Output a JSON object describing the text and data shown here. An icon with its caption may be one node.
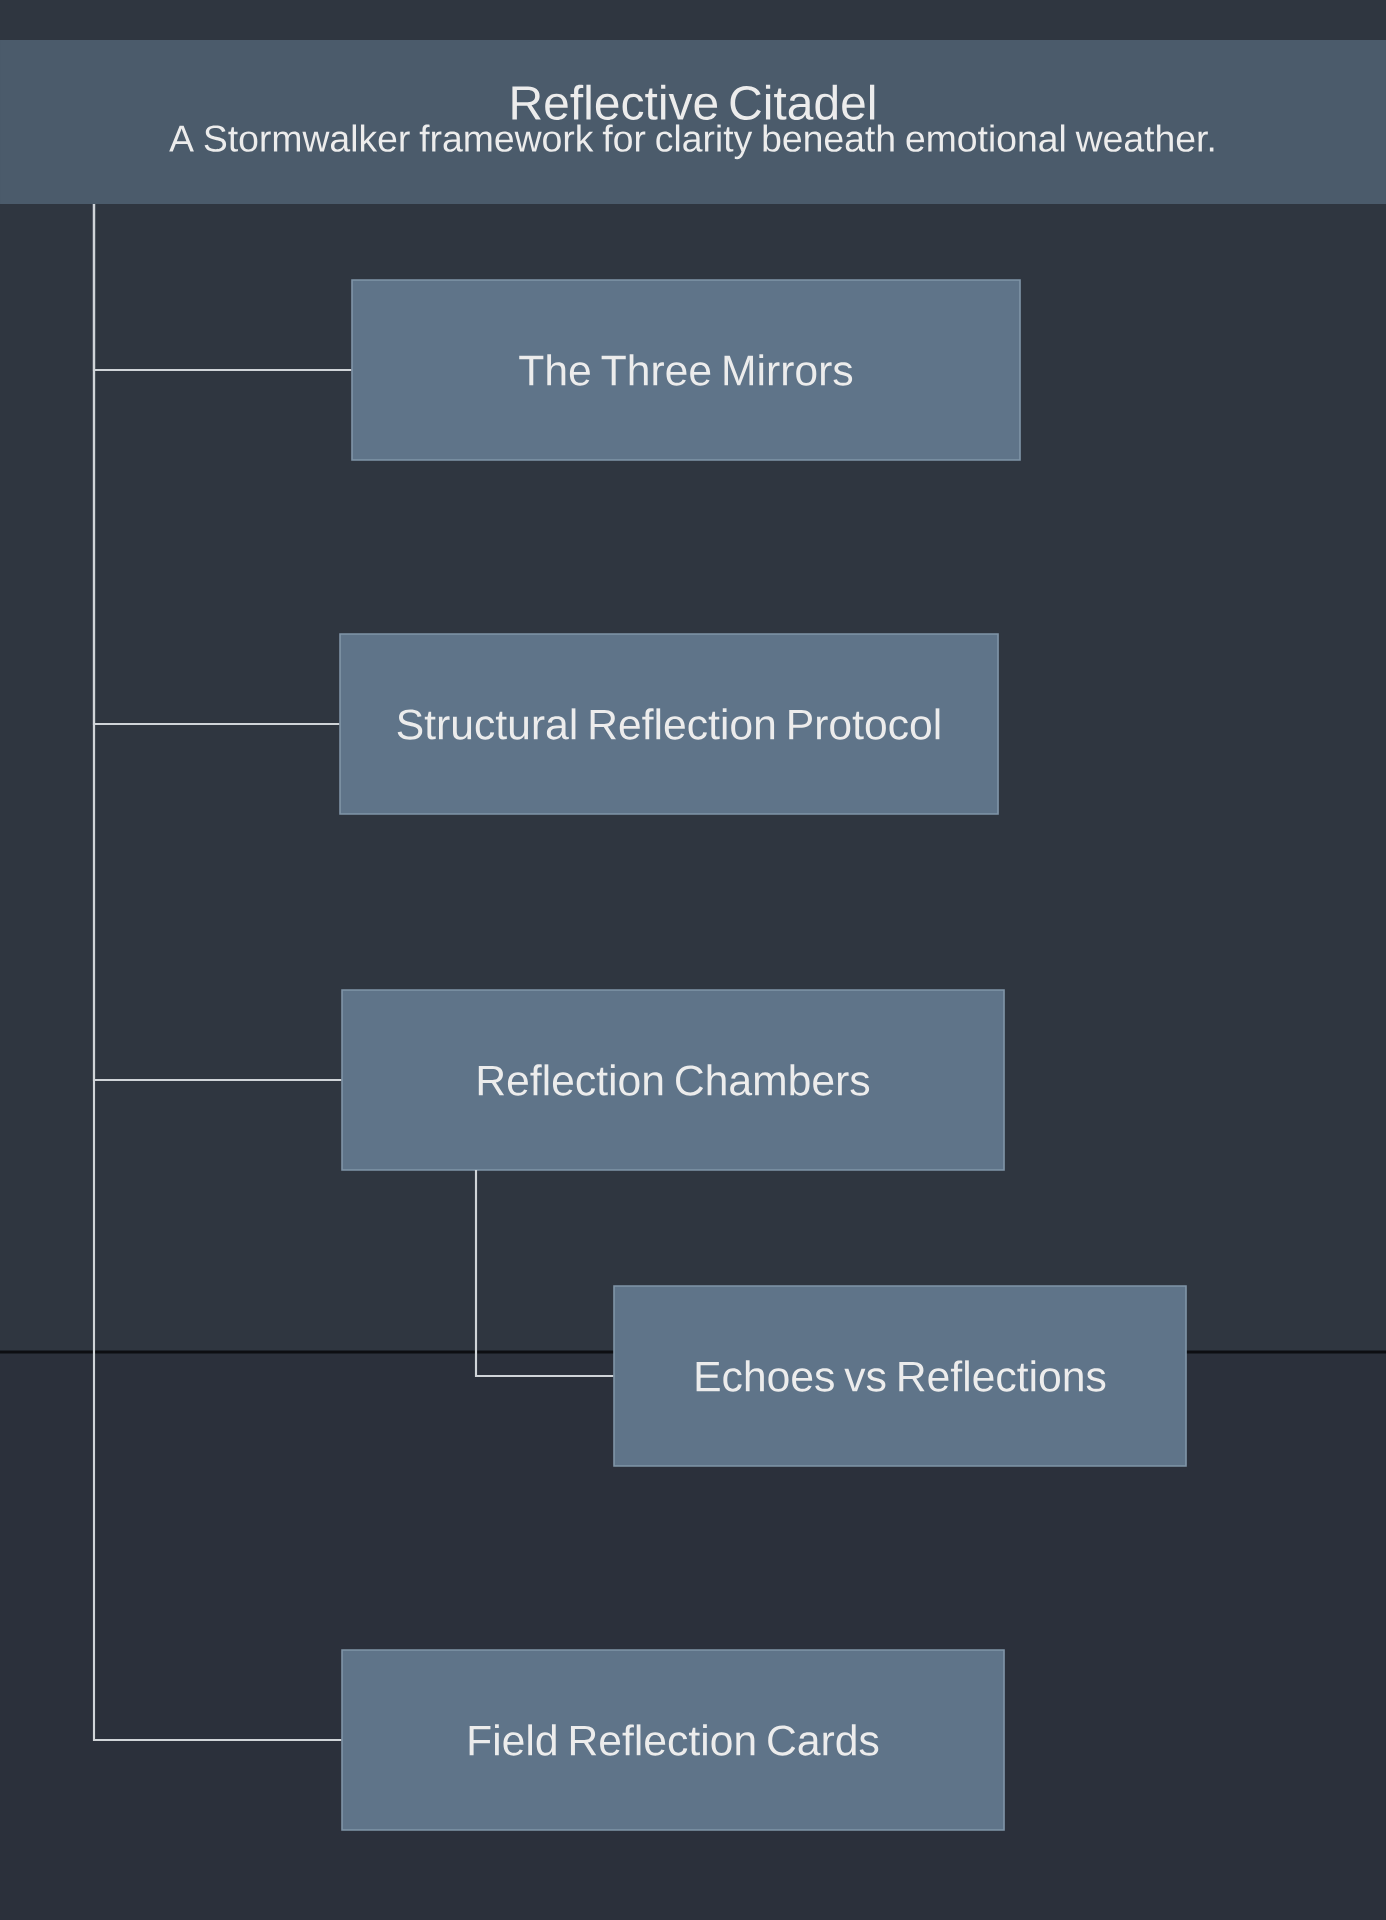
{
  "diagram": {
    "nodes": [
      {
        "text": [
          "Reflective Citadel",
          "A Stormwalker framework for clarity beneath emotional weather."
        ]
      },
      {
        "text": [
          "The Three Mirrors"
        ]
      },
      {
        "text": [
          "Structural Reflection Protocol"
        ]
      },
      {
        "text": [
          "Reflection Chambers"
        ]
      },
      {
        "text": [
          "Echoes vs Reflections"
        ]
      },
      {
        "text": [
          "Field Reflection Cards"
        ]
      }
    ],
    "edges": [
      {
        "from": 0,
        "to": 1,
        "arrow": "none"
      },
      {
        "from": 0,
        "to": 2,
        "arrow": "none"
      },
      {
        "from": 0,
        "to": 3,
        "arrow": "none"
      },
      {
        "from": 3,
        "to": 4,
        "arrow": "none"
      },
      {
        "from": 0,
        "to": 5,
        "arrow": "none"
      }
    ]
  }
}
